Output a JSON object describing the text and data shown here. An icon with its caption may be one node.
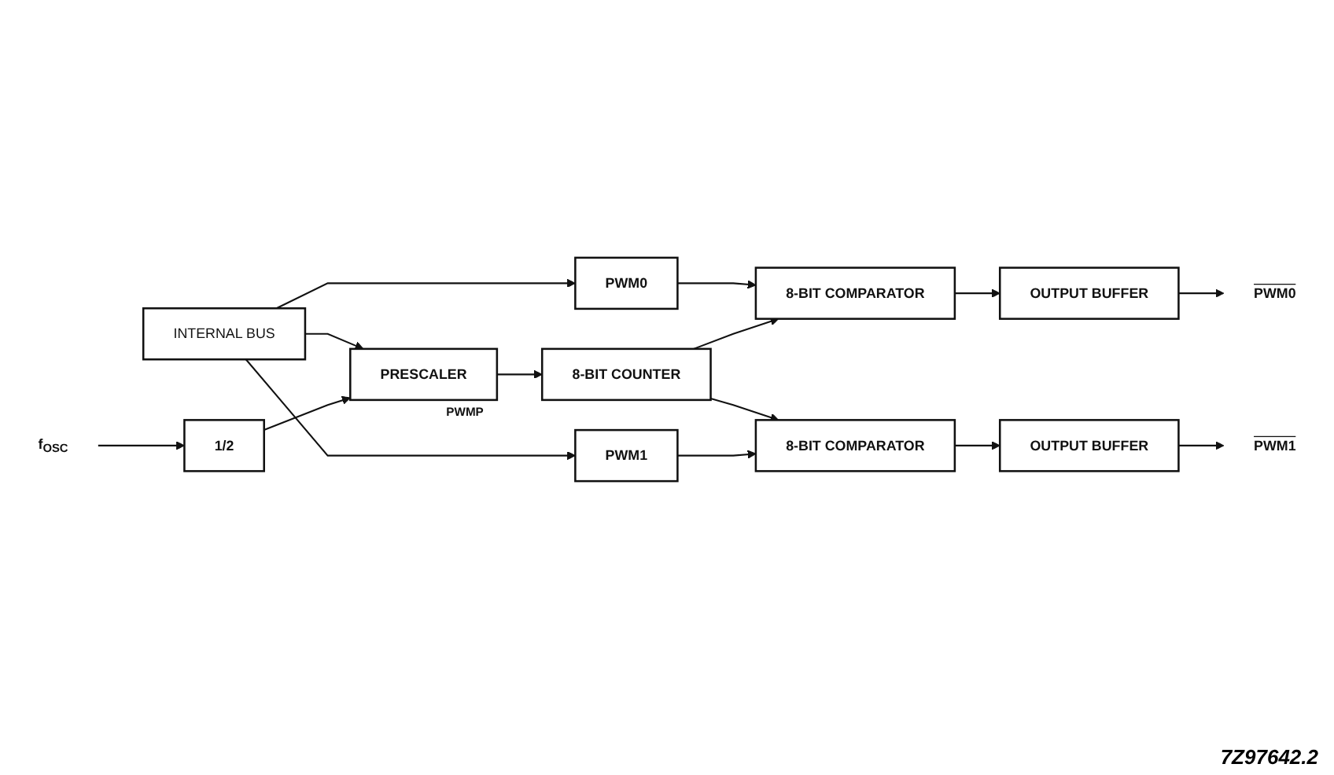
{
  "diagram": {
    "nodes": [
      {
        "text": [
          "INTERNAL BUS"
        ]
      },
      {
        "text": [
          "PWM0"
        ]
      },
      {
        "text": [
          "8-BIT COMPARATOR"
        ]
      },
      {
        "text": [
          "OUTPUT BUFFER"
        ]
      },
      {
        "text": [
          "PWM0"
        ]
      },
      {
        "text": [
          "f$_{OSC}$"
        ]
      },
      {
        "text": [
          "1/2"
        ]
      },
      {
        "text": [
          "PRESCALER"
        ],
        "beside": [
          "PWMP"
        ]
      },
      {
        "text": [
          "8-BIT COUNTER"
        ]
      },
      {
        "text": [
          "8-BIT COMPARATOR"
        ]
      },
      {
        "text": [
          "OUTPUT BUFFER"
        ]
      },
      {
        "text": [
          "PWM1"
        ]
      },
      {
        "text": [
          "PWM1"
        ]
      }
    ],
    "edges": [
      {
        "from": 0,
        "to": 1,
        "arrow": "to"
      },
      {
        "from": 0,
        "to": 7,
        "arrow": "to"
      },
      {
        "from": 5,
        "to": 6,
        "arrow": "to"
      },
      {
        "from": 6,
        "to": 7,
        "arrow": "to"
      },
      {
        "from": 7,
        "to": 8,
        "arrow": "to"
      },
      {
        "from": 1,
        "to": 2,
        "arrow": "to"
      },
      {
        "from": 8,
        "to": 2,
        "arrow": "to"
      },
      {
        "from": 2,
        "to": 3,
        "arrow": "to"
      },
      {
        "from": 3,
        "to": 4,
        "arrow": "to"
      },
      {
        "from": 8,
        "to": 9,
        "arrow": "to"
      },
      {
        "from": 12,
        "to": 9,
        "arrow": "to"
      },
      {
        "from": 9,
        "to": 10,
        "arrow": "to"
      },
      {
        "from": 10,
        "to": 11,
        "arrow": "to"
      },
      {
        "from": 0,
        "to": 12,
        "arrow": "to"
      }
    ],
    "labels": [
      "7Z97642.2"
    ]
  }
}
